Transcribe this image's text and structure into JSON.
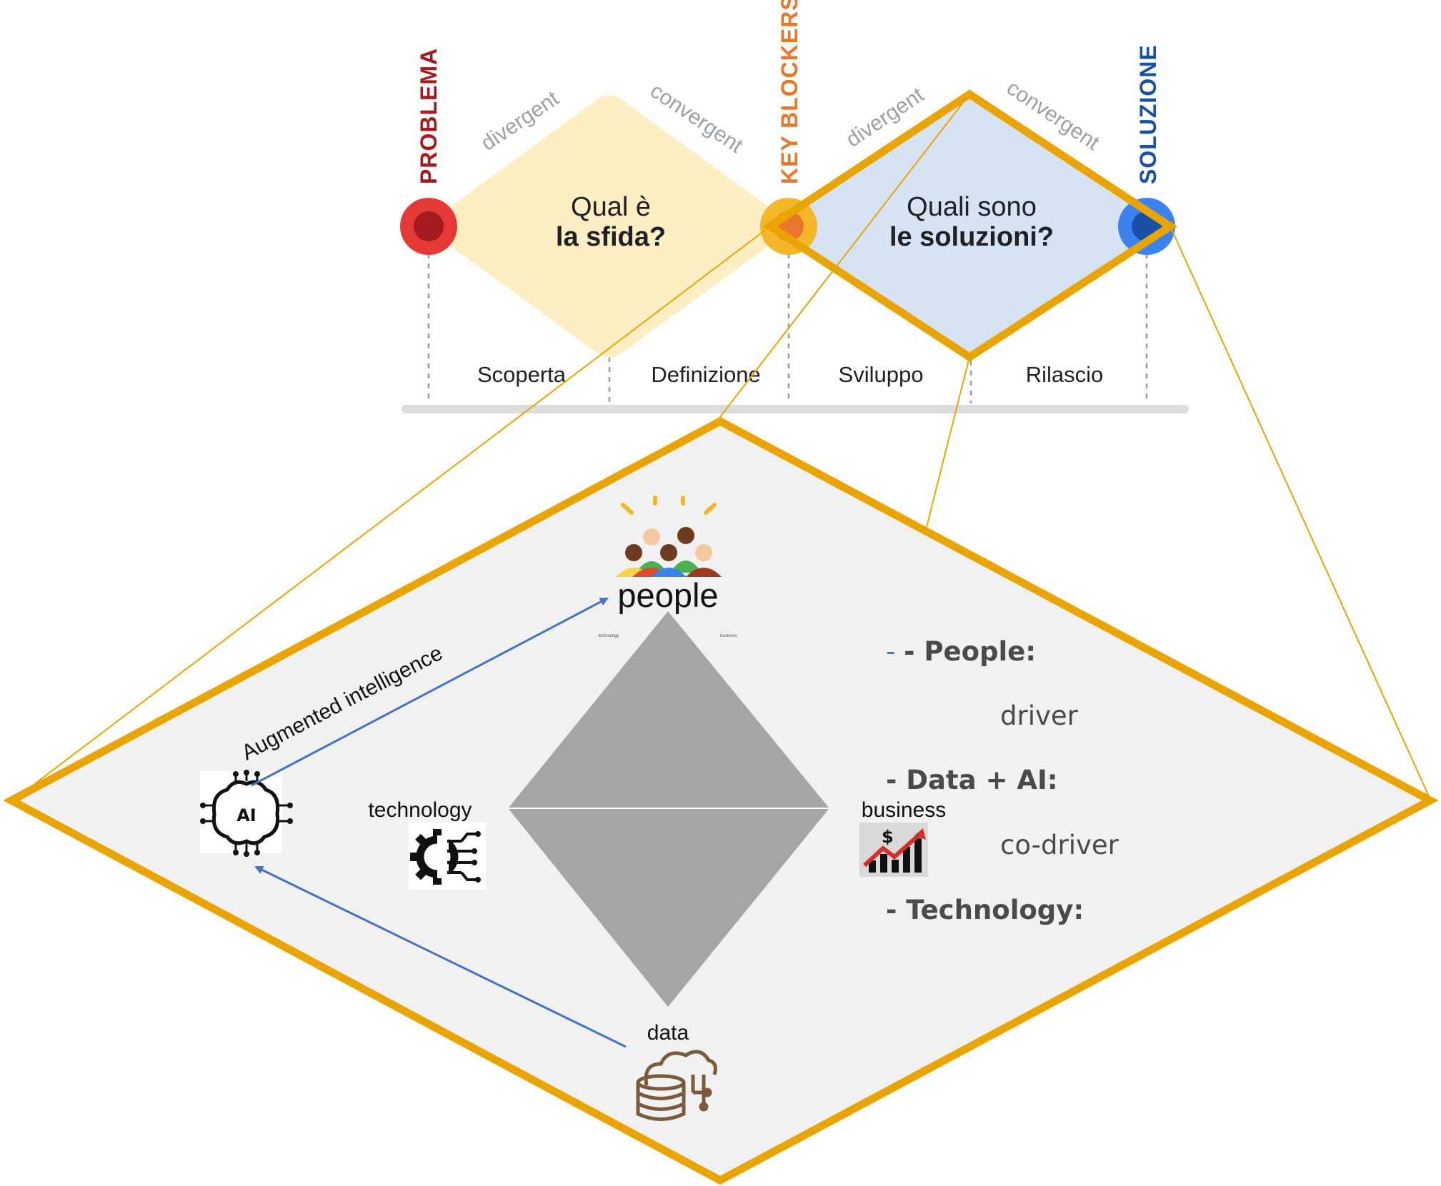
{
  "double_diamond": {
    "milestones": {
      "problem": "PROBLEMA",
      "key_blockers": "KEY BLOCKERS",
      "solution": "SOLUZIONE"
    },
    "arc_labels": {
      "d1_left": "divergent",
      "d1_right": "convergent",
      "d2_left": "divergent",
      "d2_right": "convergent"
    },
    "diamond1": {
      "line1": "Qual è",
      "line2": "la sfida?"
    },
    "diamond2": {
      "line1": "Quali sono",
      "line2": "le soluzioni?"
    },
    "phases": [
      "Scoperta",
      "Definizione",
      "Sviluppo",
      "Rilascio"
    ],
    "colors": {
      "problem": "#e53935",
      "problem_inner": "#a31b1f",
      "key_blockers": "#f5b62a",
      "key_inner": "#e8772b",
      "solution": "#3c82f0",
      "solution_inner": "#1a4fa8",
      "diamond1_fill": "#fdefc3",
      "diamond2_fill": "#d6e3f4",
      "highlight": "#eaa400"
    }
  },
  "detail": {
    "nodes": {
      "people": "people",
      "technology": "technology",
      "business": "business",
      "data": "data",
      "ai_icon": "AI"
    },
    "tiny_labels": {
      "left": "technology",
      "right": "business"
    },
    "arrow_label": "Augmented intelligence",
    "notes": {
      "people": "- People:",
      "people_role": "driver",
      "data_ai": "- Data + AI:",
      "data_ai_role": "co-driver",
      "technology": "- Technology:"
    },
    "colors": {
      "panel": "#f1f1f1",
      "pyramid": "#a5a5a5",
      "arrow": "#4472c4",
      "business_chart": "#d32f2f"
    }
  }
}
